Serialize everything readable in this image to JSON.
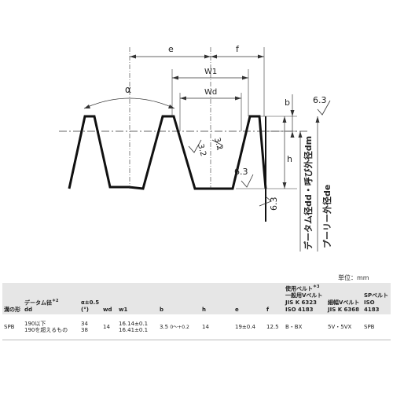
{
  "diagram": {
    "labels": {
      "e": "e",
      "f": "f",
      "w1": "W1",
      "wd": "Wd",
      "alpha": "α",
      "b": "b",
      "h": "h",
      "rough_top": "6.3",
      "rough_mid": "6.3",
      "rough_side": "6.3",
      "rough_groove_a": "3.2",
      "rough_groove_b": "3.2",
      "datum_dia": "データム径dd・呼び外径dm",
      "pulley_od": "プーリー外径de"
    }
  },
  "unit_label": "単位：mm",
  "table": {
    "headers": {
      "groove_type": "溝の形",
      "datum_dia": "データム径",
      "datum_dia_sup": "＊2",
      "datum_dia_sym": "dd",
      "alpha": "α±0.5",
      "alpha_unit": "(°)",
      "wd": "wd",
      "w1": "w1",
      "b": "b",
      "h": "h",
      "e": "e",
      "f": "f",
      "belt_group": "使用ベルト",
      "belt_group_sup": "＊3",
      "belt_general": "一般用Vベルト",
      "belt_general_std1": "JIS K 6323",
      "belt_general_std2": "ISO 4183",
      "belt_narrow": "細幅Vベルト",
      "belt_narrow_std": "JIS K 6368",
      "belt_sp": "SPベルト",
      "belt_sp_std": "ISO 4183"
    },
    "row": {
      "groove_type": "SPB",
      "datum_1": "190以下",
      "datum_2": "190を超えるもの",
      "alpha_1": "34",
      "alpha_2": "38",
      "wd": "14",
      "w1_1": "16.14±0.1",
      "w1_2": "16.41±0.1",
      "b_base": "3.5",
      "b_tol": "0〜+0.2",
      "h": "14",
      "e": "19±0.4",
      "f": "12.5",
      "belt_general": "B・BX",
      "belt_narrow": "5V・5VX",
      "belt_sp": "SPB"
    }
  }
}
